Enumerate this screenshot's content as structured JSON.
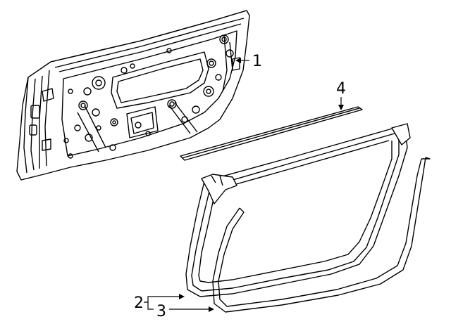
{
  "callouts": [
    {
      "id": "1",
      "label": "1"
    },
    {
      "id": "2",
      "label": "2"
    },
    {
      "id": "3",
      "label": "3"
    },
    {
      "id": "4",
      "label": "4"
    }
  ],
  "parts": {
    "door_shell": "door-inner-panel",
    "belt_weatherstrip": "belt-weatherstrip",
    "frame_seal": "door-frame-seal",
    "body_seal": "body-side-weatherstrip"
  }
}
